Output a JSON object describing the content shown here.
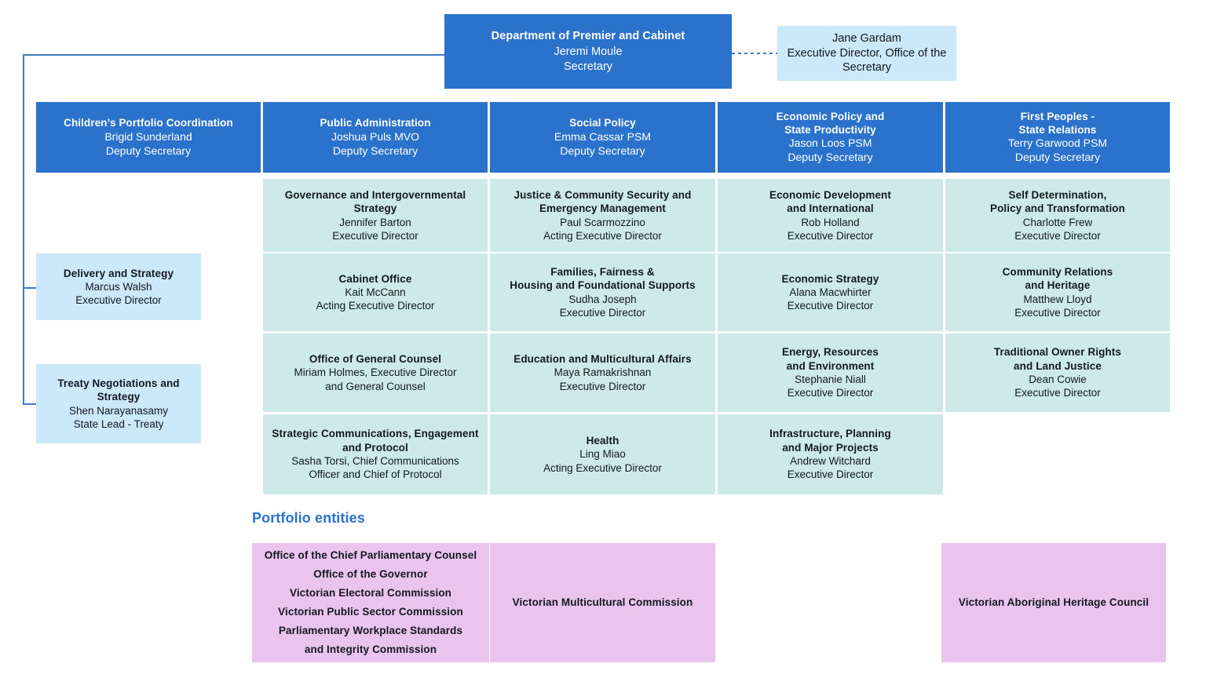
{
  "colors": {
    "primary_blue": "#2a72cc",
    "light_blue": "#cbe9fa",
    "teal": "#cdeae9",
    "pink": "#eac4ef",
    "connector": "#3f7cc4",
    "text_dark": "#14181f",
    "text_light": "#ffffff"
  },
  "top": {
    "department": {
      "title": "Department of Premier and Cabinet",
      "name": "Jeremi Moule",
      "role": "Secretary"
    },
    "office_of_secretary": {
      "name": "Jane Gardam",
      "role": "Executive Director, Office of the Secretary"
    }
  },
  "deputies": [
    {
      "title": "Children’s Portfolio Coordination",
      "name": "Brigid Sunderland",
      "role": "Deputy Secretary"
    },
    {
      "title": "Public Administration",
      "name": "Joshua Puls MVO",
      "role": "Deputy  Secretary"
    },
    {
      "title": "Social Policy",
      "name": "Emma Cassar PSM",
      "role": "Deputy Secretary"
    },
    {
      "title": "Economic Policy and\nState Productivity",
      "name": "Jason Loos PSM",
      "role": "Deputy Secretary"
    },
    {
      "title": "First Peoples -\nState Relations",
      "name": "Terry Garwood PSM",
      "role": "Deputy Secretary"
    }
  ],
  "left_column": [
    {
      "title": "Delivery and Strategy",
      "name": "Marcus Walsh",
      "role": "Executive Director"
    },
    {
      "title": "Treaty Negotiations and\nStrategy",
      "name": "Shen Narayanasamy",
      "role": "State Lead - Treaty"
    }
  ],
  "branches": {
    "public_administration": [
      {
        "title": "Governance and Intergovernmental\nStrategy",
        "name": "Jennifer Barton",
        "role": "Executive  Director"
      },
      {
        "title": "Cabinet  Office",
        "name": "Kait McCann",
        "role": "Acting  Executive  Director"
      },
      {
        "title": "Office of General Counsel",
        "name": "Miriam Holmes, Executive  Director",
        "role": "and General Counsel"
      },
      {
        "title": "Strategic Communications, Engagement\nand Protocol",
        "name": "Sasha Torsi, Chief Communications",
        "role": "Officer and Chief of Protocol"
      }
    ],
    "social_policy": [
      {
        "title": "Justice & Community Security and\nEmergency Management",
        "name": "Paul Scarmozzino",
        "role": "Acting Executive Director"
      },
      {
        "title": "Families, Fairness &\nHousing and Foundational Supports",
        "name": "Sudha Joseph",
        "role": "Executive Director"
      },
      {
        "title": "Education and Multicultural Affairs",
        "name": "Maya Ramakrishnan",
        "role": "Executive Director"
      },
      {
        "title": "Health",
        "name": "Ling Miao",
        "role": "Acting Executive Director"
      }
    ],
    "economic_policy": [
      {
        "title": "Economic Development\nand International",
        "name": "Rob Holland",
        "role": "Executive Director"
      },
      {
        "title": "Economic Strategy",
        "name": "Alana Macwhirter",
        "role": "Executive Director"
      },
      {
        "title": "Energy, Resources\nand Environment",
        "name": "Stephanie Niall",
        "role": "Executive Director"
      },
      {
        "title": "Infrastructure, Planning\nand Major Projects",
        "name": "Andrew Witchard",
        "role": "Executive Director"
      }
    ],
    "first_peoples": [
      {
        "title": "Self Determination,\nPolicy and Transformation",
        "name": "Charlotte Frew",
        "role": "Executive Director"
      },
      {
        "title": "Community Relations\nand Heritage",
        "name": "Matthew Lloyd",
        "role": "Executive Director"
      },
      {
        "title": "Traditional Owner Rights\nand Land Justice",
        "name": "Dean Cowie",
        "role": "Executive Director"
      }
    ]
  },
  "portfolio": {
    "heading": "Portfolio entities",
    "groups": [
      {
        "entities": [
          "Office of the Chief Parliamentary Counsel",
          "Office of the Governor",
          "Victorian Electoral Commission",
          "Victorian Public Sector Commission",
          "Parliamentary Workplace Standards\nand Integrity Commission"
        ]
      },
      {
        "entities": [
          "Victorian Multicultural Commission"
        ]
      },
      {
        "entities": [
          "Victorian Aboriginal Heritage Council"
        ]
      }
    ]
  }
}
